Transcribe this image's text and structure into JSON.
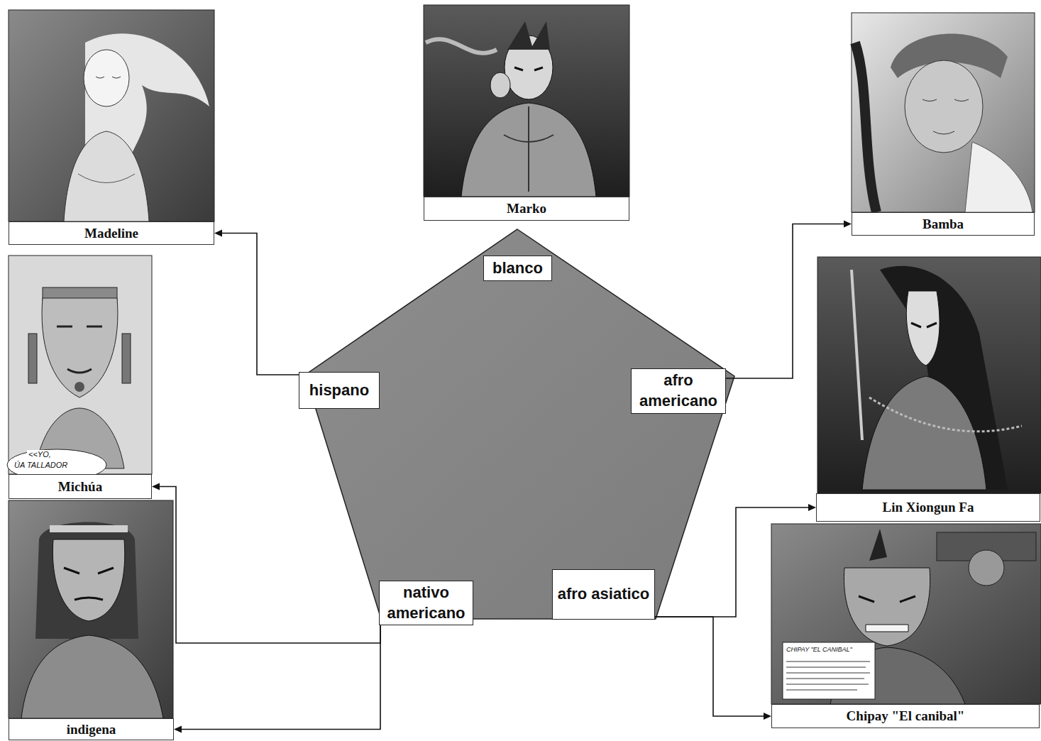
{
  "diagram": {
    "nodes": [
      {
        "text": [
          "Marko"
        ]
      },
      {
        "text": [
          "Madeline"
        ]
      },
      {
        "text": [
          "Bamba"
        ]
      },
      {
        "text": [
          "blanco"
        ]
      },
      {
        "text": [
          "hispano"
        ]
      },
      {
        "text": [
          "afro americano"
        ]
      },
      {
        "text": [
          "Michúa"
        ]
      },
      {
        "text": [
          "Lin Xiongun Fa"
        ]
      },
      {
        "text": [
          "nativo americano"
        ]
      },
      {
        "text": [
          "afro asiatico"
        ]
      },
      {
        "text": [
          "indigena"
        ]
      },
      {
        "text": [
          "Chipay \"El canibal\""
        ]
      }
    ],
    "edges": [
      {
        "from": 4,
        "to": 1,
        "arrow": "to"
      },
      {
        "from": 5,
        "to": 2,
        "arrow": "to"
      },
      {
        "from": 9,
        "to": 7,
        "arrow": "to"
      },
      {
        "from": 9,
        "to": 11,
        "arrow": "to"
      },
      {
        "from": 8,
        "to": 6,
        "arrow": "to"
      },
      {
        "from": 8,
        "to": 10,
        "arrow": "to"
      }
    ],
    "labels": [
      "<<YO,",
      "ÚA TALLADOR",
      "CHIPAY \"EL CANIBAL\""
    ]
  }
}
